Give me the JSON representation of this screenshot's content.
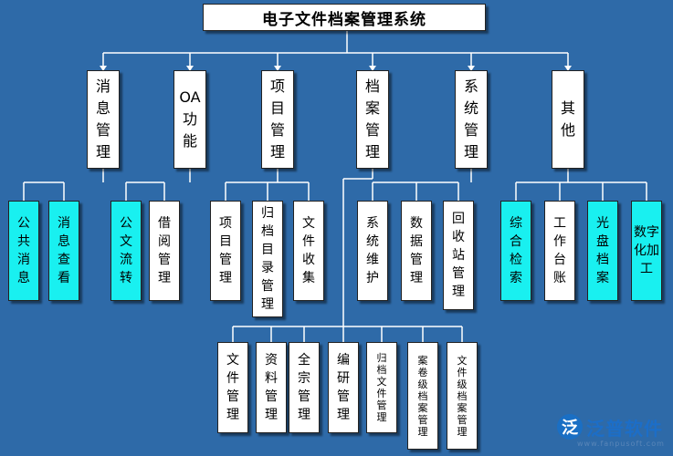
{
  "title": "电子文件档案管理系统",
  "categories": [
    {
      "label": "消息管理"
    },
    {
      "label": "OA功能"
    },
    {
      "label": "项目管理"
    },
    {
      "label": "档案管理"
    },
    {
      "label": "系统管理"
    },
    {
      "label": "其他"
    }
  ],
  "leaves": {
    "xiaoxi": [
      "公共消息",
      "消息查看"
    ],
    "oa": [
      "公文流转",
      "借阅管理"
    ],
    "xiangmu": [
      "项目管理",
      "归档目录管理",
      "文件收集"
    ],
    "xitong": [
      "系统维护",
      "数据管理",
      "回收站管理"
    ],
    "qita": [
      "综合检索",
      "工作台账",
      "光盘档案",
      "数字化加工"
    ],
    "dangan": [
      "文件管理",
      "资料管理",
      "全宗管理",
      "编研管理",
      "归档文件管理",
      "案卷级档案管理",
      "文件级档案管理"
    ]
  },
  "colors": {
    "background": "#2e6aa8",
    "box": "#ffffff",
    "highlight": "#19f0f0",
    "connector": "#ffffff"
  },
  "logo": {
    "icon": "fanpu-logo-icon",
    "name": "泛普软件",
    "url": "www.fanpusoft.com"
  }
}
